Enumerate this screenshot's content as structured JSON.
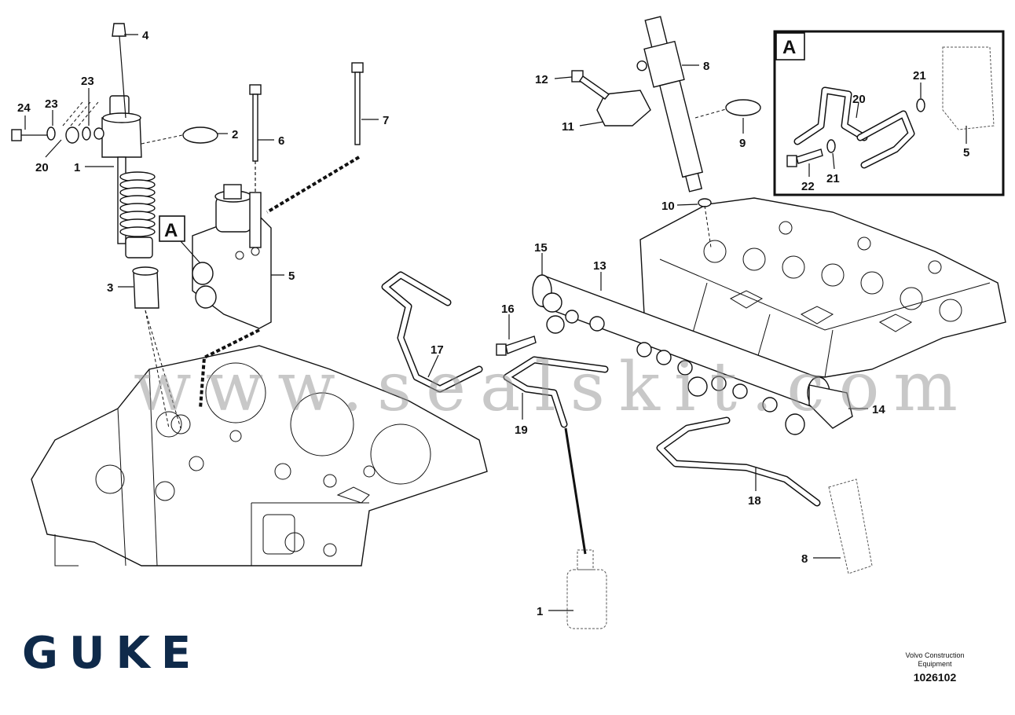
{
  "detail_label": "A",
  "callouts": [
    {
      "id": "c4",
      "text": "4"
    },
    {
      "id": "c23a",
      "text": "23"
    },
    {
      "id": "c24",
      "text": "24"
    },
    {
      "id": "c23b",
      "text": "23"
    },
    {
      "id": "c2",
      "text": "2"
    },
    {
      "id": "c20",
      "text": "20"
    },
    {
      "id": "c1a",
      "text": "1"
    },
    {
      "id": "c6",
      "text": "6"
    },
    {
      "id": "c7",
      "text": "7"
    },
    {
      "id": "c5a",
      "text": "5"
    },
    {
      "id": "c3",
      "text": "3"
    },
    {
      "id": "c12",
      "text": "12"
    },
    {
      "id": "c8a",
      "text": "8"
    },
    {
      "id": "c11",
      "text": "11"
    },
    {
      "id": "c9",
      "text": "9"
    },
    {
      "id": "c10",
      "text": "10"
    },
    {
      "id": "c15",
      "text": "15"
    },
    {
      "id": "c13",
      "text": "13"
    },
    {
      "id": "c16",
      "text": "16"
    },
    {
      "id": "c17",
      "text": "17"
    },
    {
      "id": "c19",
      "text": "19"
    },
    {
      "id": "c14",
      "text": "14"
    },
    {
      "id": "c18",
      "text": "18"
    },
    {
      "id": "c8b",
      "text": "8"
    },
    {
      "id": "c1b",
      "text": "1"
    },
    {
      "id": "c21a",
      "text": "21"
    },
    {
      "id": "c20b",
      "text": "20"
    },
    {
      "id": "c5b",
      "text": "5"
    },
    {
      "id": "c22",
      "text": "22"
    },
    {
      "id": "c21b",
      "text": "21"
    }
  ],
  "watermark": "www.sealskit.com",
  "logo": "GUKE",
  "credit_line1": "Volvo Construction",
  "credit_line2": "Equipment",
  "drawing_number": "1026102"
}
